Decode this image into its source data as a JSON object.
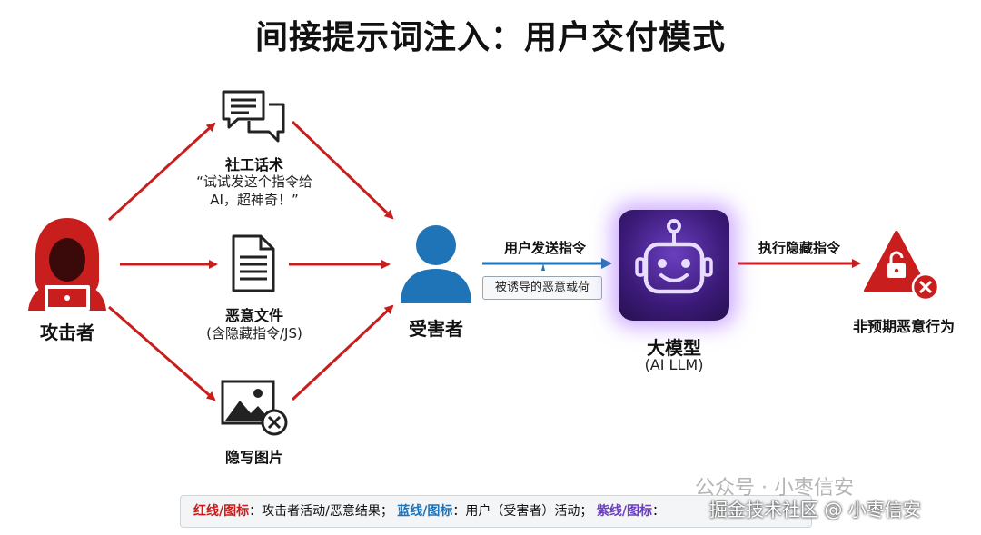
{
  "title": "间接提示词注入：用户交付模式",
  "nodes": {
    "attacker": {
      "label": "攻击者"
    },
    "social": {
      "label": "社工话术",
      "desc_line1": "“试试发这个指令给",
      "desc_line2": "AI，超神奇！”"
    },
    "file": {
      "label": "恶意文件",
      "desc": "(含隐藏指令/JS)"
    },
    "image": {
      "label": "隐写图片"
    },
    "victim": {
      "label": "受害者"
    },
    "llm": {
      "label": "大模型",
      "desc": "(AI LLM)"
    },
    "outcome": {
      "label": "非预期恶意行为"
    }
  },
  "edges": {
    "user_send": "用户发送指令",
    "induced_payload": "被诱导的恶意载荷",
    "exec_hidden": "执行隐藏指令"
  },
  "legend": {
    "red_key": "红线/图标",
    "red_desc": "：攻击者活动/恶意结果；",
    "blue_key": "蓝线/图标",
    "blue_desc": "：用户（受害者）活动；",
    "purple_key": "紫线/图标",
    "purple_desc": "："
  },
  "watermark": {
    "line1": "公众号 · 小枣信安",
    "line2": "掘金技术社区 @ 小枣信安"
  },
  "colors": {
    "red": "#c81e1e",
    "blue": "#1f73b7",
    "purple": "#6b3fc0"
  }
}
